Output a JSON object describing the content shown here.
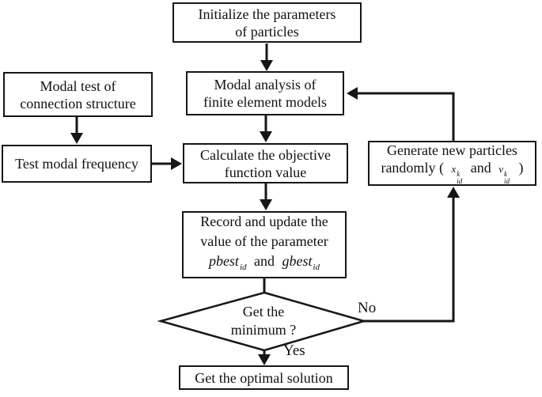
{
  "colors": {
    "ink": "#161616",
    "background": "#ffffff",
    "box_fill": "#ffffff"
  },
  "nodes": {
    "initialize": {
      "line1": "Initialize the parameters",
      "line2": "of particles"
    },
    "modal_test": {
      "line1": "Modal test of",
      "line2": "connection structure"
    },
    "modal_analysis": {
      "line1": "Modal analysis of",
      "line2": "finite element models"
    },
    "test_frequency": {
      "line1": "Test modal frequency"
    },
    "calculate": {
      "line1": "Calculate the objective",
      "line2": "function value"
    },
    "record": {
      "line1": "Record and update the",
      "line2": "value of the parameter",
      "pbest_base": "pbest",
      "pbest_sub": "id",
      "and_word": "and",
      "gbest_base": "gbest",
      "gbest_sub": "id"
    },
    "decision": {
      "line1": "Get the",
      "line2": "minimum ?"
    },
    "generate": {
      "line1": "Generate new particles",
      "line2_prefix": "randomly (",
      "var1_base": "x",
      "var1_sup": "k",
      "var1_sub": "id",
      "and_word": "and",
      "var2_base": "v",
      "var2_sup": "k",
      "var2_sub": "id",
      "line2_suffix": ")"
    },
    "optimal": {
      "line1": "Get the optimal solution"
    }
  },
  "edge_labels": {
    "yes": "Yes",
    "no": "No"
  }
}
